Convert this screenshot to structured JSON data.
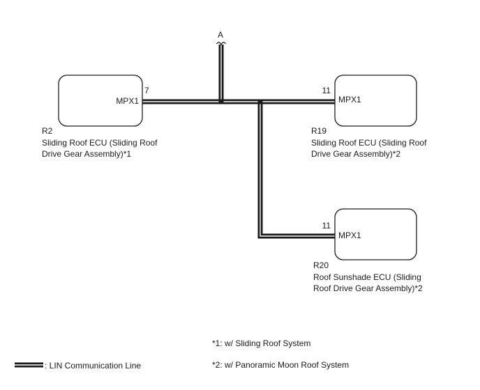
{
  "connector_label": "A",
  "ecus": [
    {
      "code": "R2",
      "name_line1": "Sliding Roof ECU (Sliding Roof",
      "name_line2": "Drive Gear Assembly)*1",
      "pin": "7",
      "terminal": "MPX1"
    },
    {
      "code": "R19",
      "name_line1": "Sliding Roof ECU (Sliding Roof",
      "name_line2": "Drive Gear Assembly)*2",
      "pin": "11",
      "terminal": "MPX1"
    },
    {
      "code": "R20",
      "name_line1": "Roof Sunshade ECU (Sliding",
      "name_line2": "Roof Drive Gear Assembly)*2",
      "pin": "11",
      "terminal": "MPX1"
    }
  ],
  "legend": {
    "line_label": ": LIN Communication Line"
  },
  "notes": [
    "*1: w/ Sliding Roof System",
    "*2: w/ Panoramic Moon Roof System"
  ],
  "colors": {
    "line": "#1a1a1a",
    "box_stroke": "#1a1a1a",
    "background": "#ffffff"
  }
}
